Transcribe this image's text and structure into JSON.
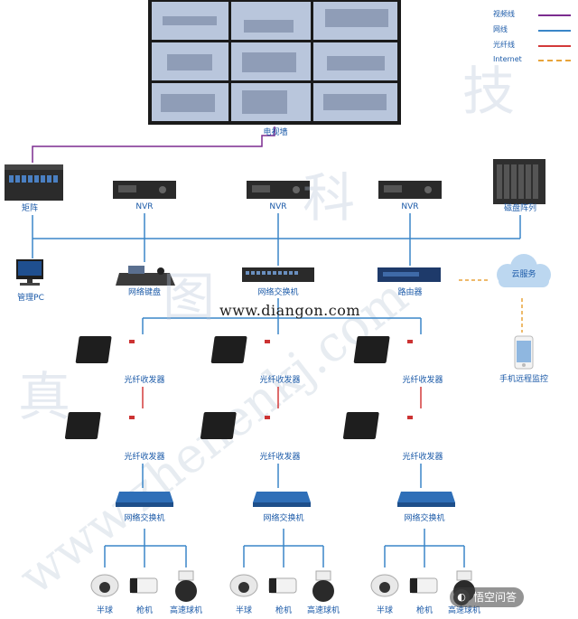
{
  "legend": {
    "items": [
      {
        "label": "视频线",
        "color": "#7b2c8f",
        "style": "solid"
      },
      {
        "label": "网线",
        "color": "#3a86c8",
        "style": "solid"
      },
      {
        "label": "光纤线",
        "color": "#d33a3a",
        "style": "solid"
      },
      {
        "label": "Internet",
        "color": "#e8a43a",
        "style": "dashed"
      }
    ]
  },
  "video_wall": {
    "label": "电视墙"
  },
  "devices": {
    "matrix": "矩阵",
    "nvr_1": "NVR",
    "nvr_2": "NVR",
    "nvr_3": "NVR",
    "disk_array": "磁盘阵列",
    "admin_pc": "管理PC",
    "network_keyboard": "网络键盘",
    "core_switch": "网络交换机",
    "router": "路由器",
    "cloud": "云服务",
    "phone": "手机远程监控",
    "fiber_top_1": "光纤收发器",
    "fiber_top_2": "光纤收发器",
    "fiber_top_3": "光纤收发器",
    "fiber_bot_1": "光纤收发器",
    "fiber_bot_2": "光纤收发器",
    "fiber_bot_3": "光纤收发器",
    "switch_1": "网络交换机",
    "switch_2": "网络交换机",
    "switch_3": "网络交换机"
  },
  "cameras": {
    "group_1": [
      "半球",
      "枪机",
      "高速球机"
    ],
    "group_2": [
      "半球",
      "枪机",
      "高速球机"
    ],
    "group_3": [
      "半球",
      "枪机",
      "高速球机"
    ]
  },
  "watermark": {
    "url": "www.diangon.com",
    "chars": [
      "真",
      "图",
      "科",
      "技"
    ]
  },
  "badge": {
    "text": "悟空问答"
  }
}
